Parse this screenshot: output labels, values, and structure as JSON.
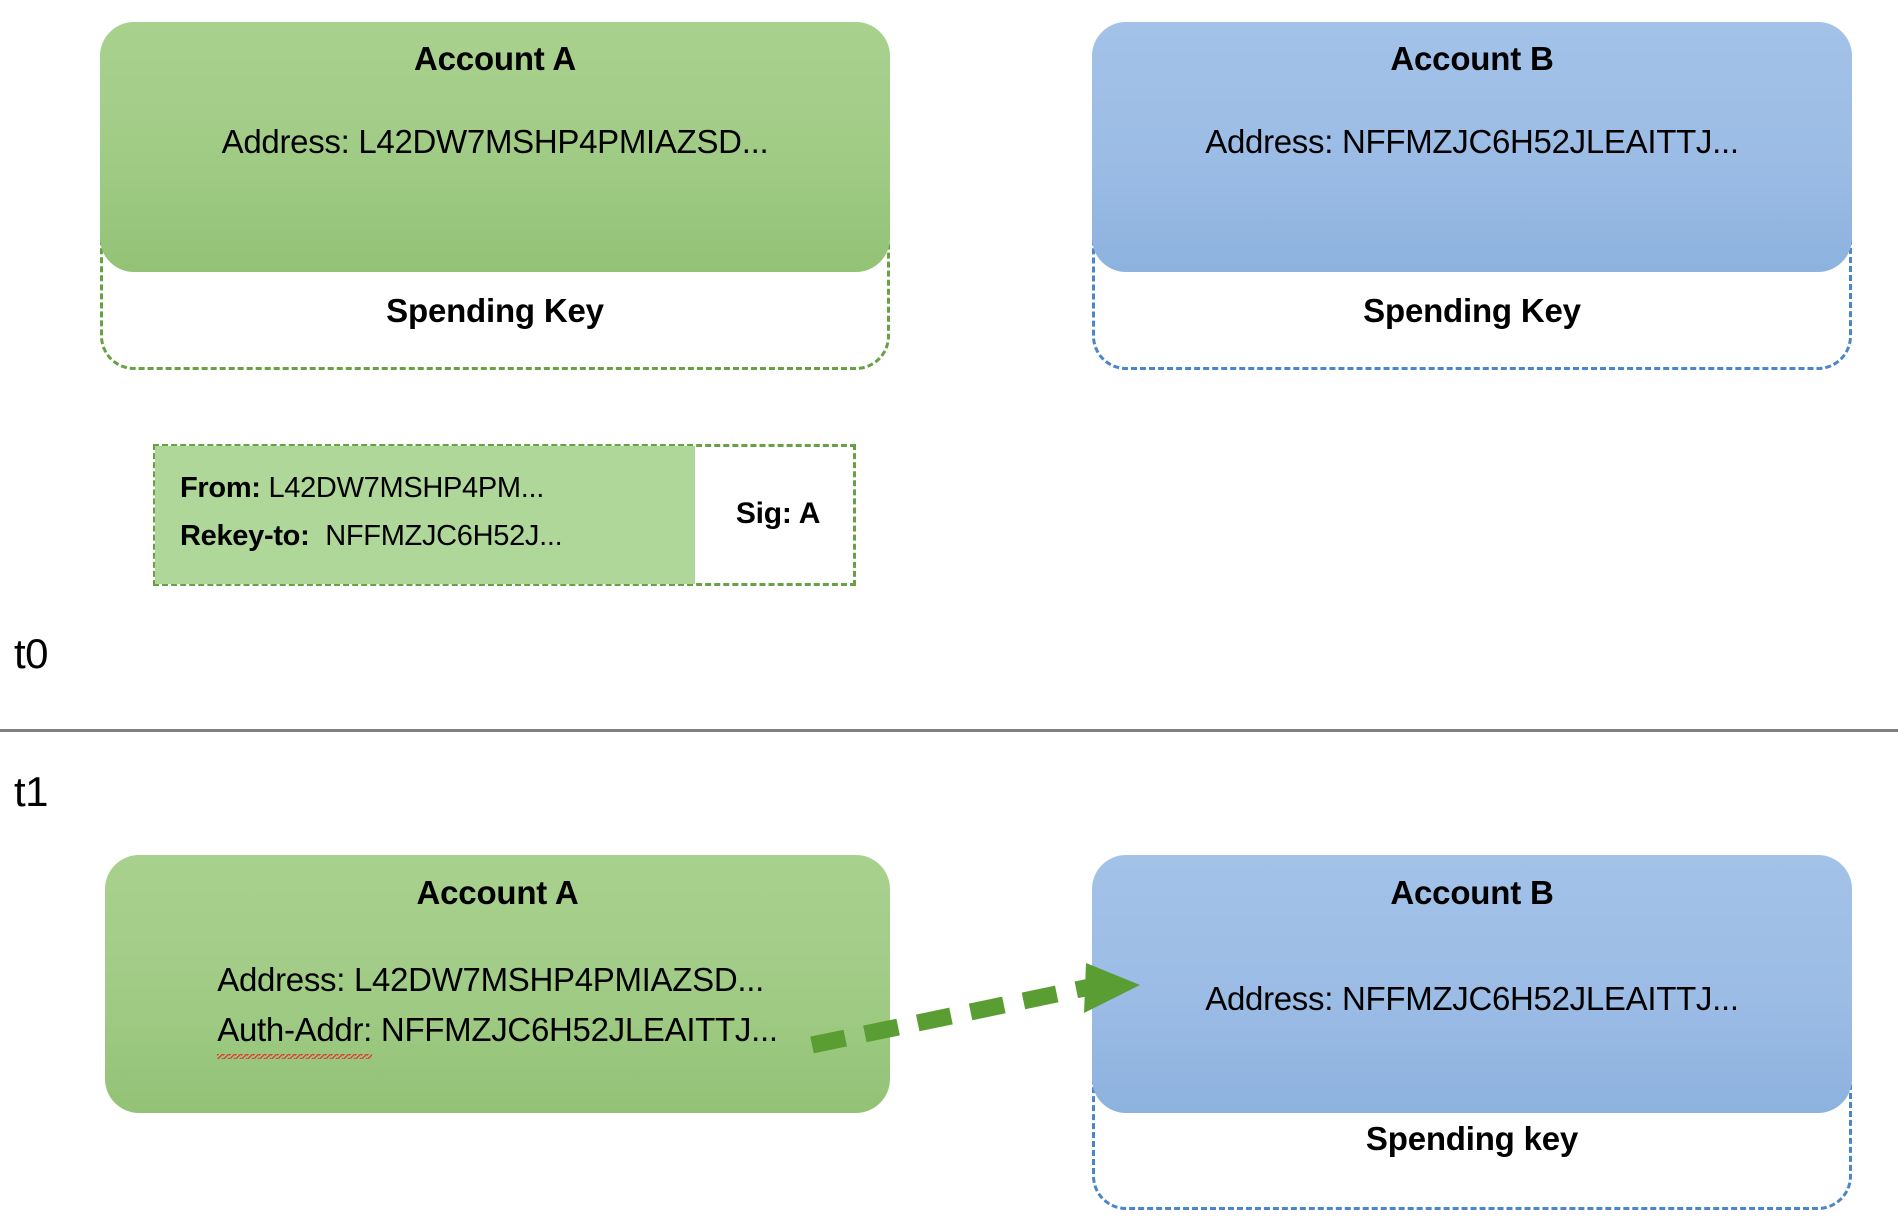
{
  "diagram": {
    "title": "Algorand account rekey diagram",
    "colors": {
      "account_a_fill": "#a9d18e",
      "account_b_fill": "#9bbce5",
      "account_a_border": "#68a144",
      "account_b_border": "#4a86c8",
      "txn_payload_fill": "#b0d79a",
      "arrow": "#5a9e33",
      "divider": "#808080"
    }
  },
  "timeline": {
    "t0_label": "t0",
    "t1_label": "t1"
  },
  "t0": {
    "account_a": {
      "title": "Account A",
      "address_line": "Address: L42DW7MSHP4PMIAZSD...",
      "spending_key_label": "Spending Key"
    },
    "account_b": {
      "title": "Account B",
      "address_line": "Address: NFFMZJC6H52JLEAITTJ...",
      "spending_key_label": "Spending Key"
    },
    "transaction": {
      "from_label": "From:",
      "from_value": "L42DW7MSHP4PM...",
      "rekey_label": "Rekey-to:",
      "rekey_value": "NFFMZJC6H52J...",
      "sig_label": "Sig: A"
    }
  },
  "t1": {
    "account_a": {
      "title": "Account A",
      "address_label": "Address:",
      "address_value": "L42DW7MSHP4PMIAZSD...",
      "auth_addr_label": "Auth-Addr:",
      "auth_addr_value": "NFFMZJC6H52JLEAITTJ..."
    },
    "account_b": {
      "title": "Account B",
      "address_line": "Address: NFFMZJC6H52JLEAITTJ...",
      "spending_key_label": "Spending key"
    },
    "arrow": {
      "name": "rekey-auth-arrow",
      "from": "Account A Auth-Addr",
      "to": "Account B Address"
    }
  }
}
